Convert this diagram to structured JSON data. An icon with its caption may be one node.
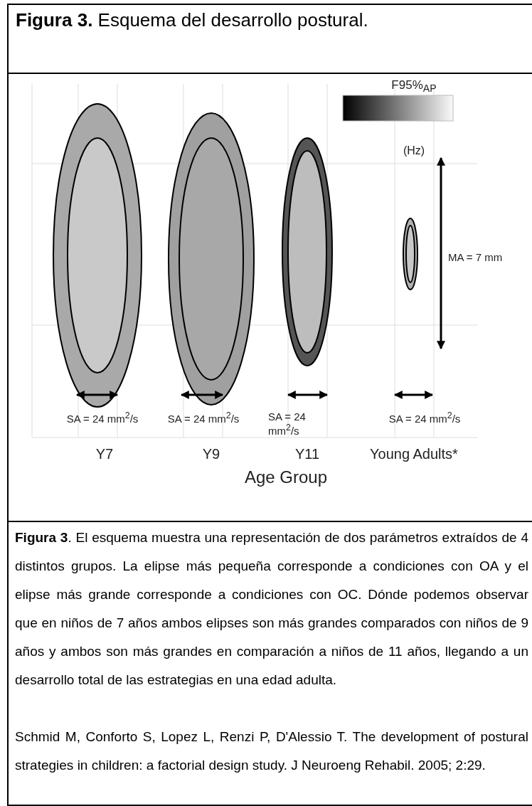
{
  "diagram": {
    "title": "**Figura 3.** Esquema del desarrollo postural.",
    "caption": "**Figura 3**. El esquema muestra una representación de dos parámetros extraídos de 4 distintos grupos. La elipse más pequeña corresponde a condiciones con OA y el elipse más grande corresponde a condiciones con OC. Dónde podemos observar que en niños de 7 años ambos elipses son más grandes comparados con niños de 9 años y ambos son más grandes en comparación a niños de 11 años, llegando a un desarrollo total de las estrategias en una edad adulta.",
    "labels": [
      "F95%$_{AP}$",
      "(Hz)",
      "MA = 7 mm",
      "SA = 24 mm$^{2}$/s",
      "SA = 24 mm$^{2}$/s",
      "SA = 24 mm$^{2}$/s",
      "SA = 24 mm$^{2}$/s",
      "Y7",
      "Y9",
      "Y11",
      "Young Adults*",
      "Age Group",
      "Schmid M, Conforto S, Lopez L, Renzi P, D'Alessio T. The development of postural strategies in children: a factorial design study. J Neuroeng Rehabil. 2005; 2:29."
    ]
  }
}
